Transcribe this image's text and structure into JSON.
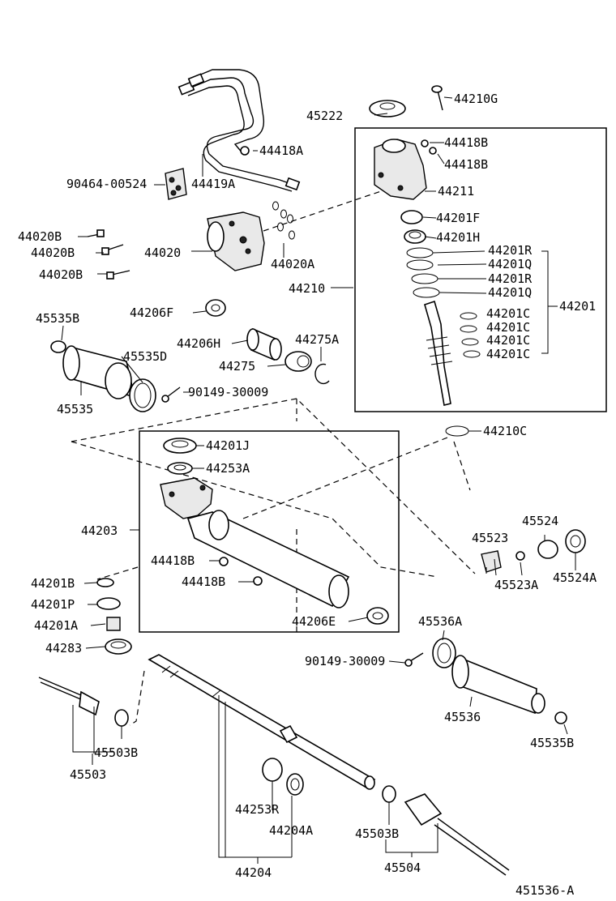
{
  "labels": {
    "p45222": "45222",
    "p44210G": "44210G",
    "p44418B_1": "44418B",
    "p44418B_2": "44418B",
    "p44211": "44211",
    "p44201F": "44201F",
    "p44201H": "44201H",
    "p44201R_1": "44201R",
    "p44201Q_1": "44201Q",
    "p44201R_2": "44201R",
    "p44201Q_2": "44201Q",
    "p44201": "44201",
    "p44201C_1": "44201C",
    "p44201C_2": "44201C",
    "p44201C_3": "44201C",
    "p44201C_4": "44201C",
    "p44210": "44210",
    "p44210C": "44210C",
    "p44418A": "44418A",
    "p44419A": "44419A",
    "p90464": "90464-00524",
    "p44020B_1": "44020B",
    "p44020B_2": "44020B",
    "p44020B_3": "44020B",
    "p44020": "44020",
    "p44020A": "44020A",
    "p45535B_1": "45535B",
    "p44206F": "44206F",
    "p44206H": "44206H",
    "p44275A": "44275A",
    "p44275": "44275",
    "p45535D": "45535D",
    "p45535": "45535",
    "p90149_1": "90149-30009",
    "p44201J": "44201J",
    "p44253A": "44253A",
    "p44203": "44203",
    "p44418B_3": "44418B",
    "p44418B_4": "44418B",
    "p44206E": "44206E",
    "p45524": "45524",
    "p45523": "45523",
    "p45523A": "45523A",
    "p45524A": "45524A",
    "p44201B": "44201B",
    "p44201P": "44201P",
    "p44201A": "44201A",
    "p44283": "44283",
    "p45536A": "45536A",
    "p90149_2": "90149-30009",
    "p45536": "45536",
    "p45535B_2": "45535B",
    "p45503B_1": "45503B",
    "p45503": "45503",
    "p44253R": "44253R",
    "p44204A": "44204A",
    "p44204": "44204",
    "p45503B_2": "45503B",
    "p45504": "45504",
    "diagramId": "451536-A"
  }
}
